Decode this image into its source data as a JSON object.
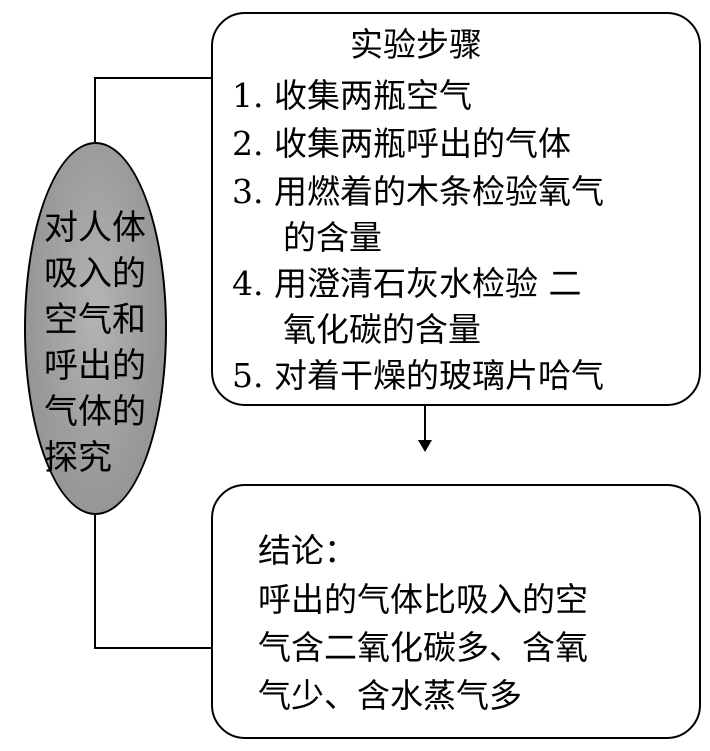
{
  "topic": {
    "lines": [
      "对人体",
      "吸入的",
      "空气和",
      "呼出的",
      "气体的",
      "探究"
    ]
  },
  "steps": {
    "title": "实验步骤",
    "items": [
      {
        "text": "1. 收集两瓶空气"
      },
      {
        "text": "2. 收集两瓶呼出的气体"
      },
      {
        "text": "3. 用燃着的木条检验氧气"
      },
      {
        "text": "的含量"
      },
      {
        "text": "4. 用澄清石灰水检验 二"
      },
      {
        "text": "氧化碳的含量"
      },
      {
        "text": "5. 对着干燥的玻璃片哈气"
      }
    ]
  },
  "conclusion": {
    "heading": "结论：",
    "lines": [
      "呼出的气体比吸入的空",
      "气含二氧化碳多、含氧",
      "气少、含水蒸气多"
    ]
  }
}
